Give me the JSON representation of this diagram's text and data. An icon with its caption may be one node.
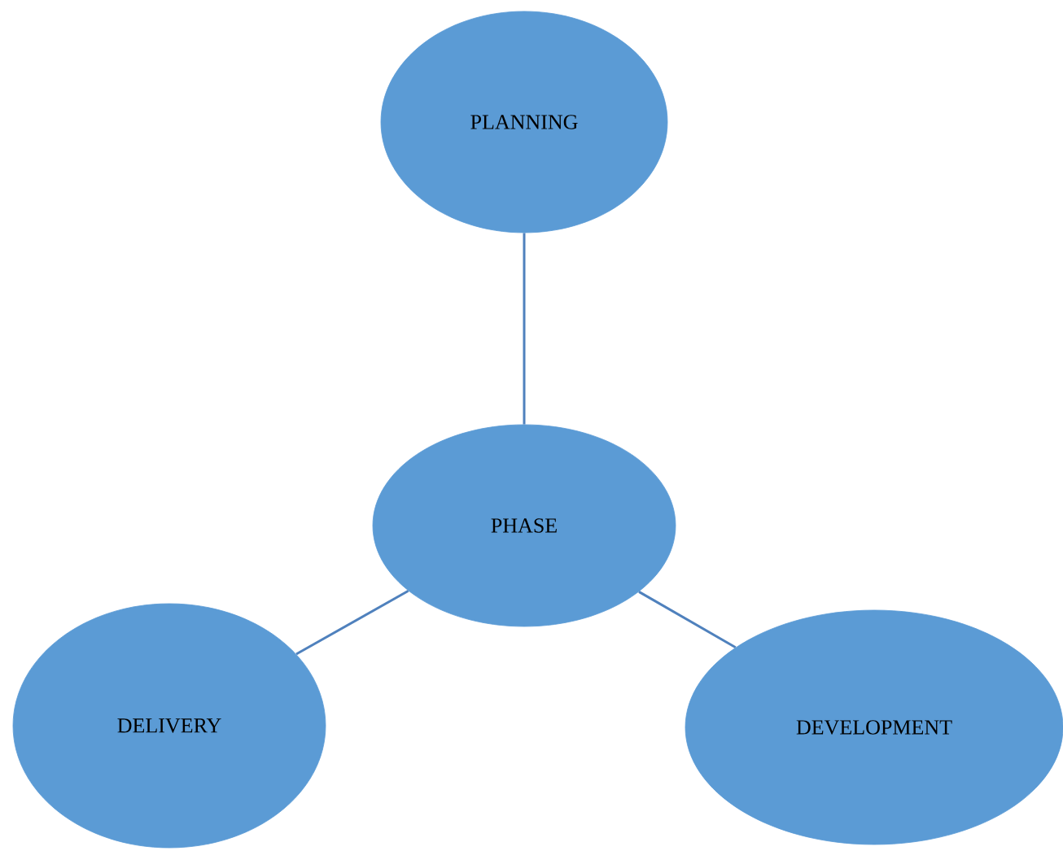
{
  "diagram": {
    "nodes": [
      {
        "text": [
          "PLANNING"
        ]
      },
      {
        "text": [
          "PHASE"
        ]
      },
      {
        "text": [
          "DELIVERY"
        ]
      },
      {
        "text": [
          "DEVELOPMENT"
        ]
      }
    ],
    "edges": [
      {
        "from": 0,
        "to": 1,
        "arrow": "none"
      },
      {
        "from": 1,
        "to": 2,
        "arrow": "none"
      },
      {
        "from": 1,
        "to": 3,
        "arrow": "none"
      }
    ]
  }
}
